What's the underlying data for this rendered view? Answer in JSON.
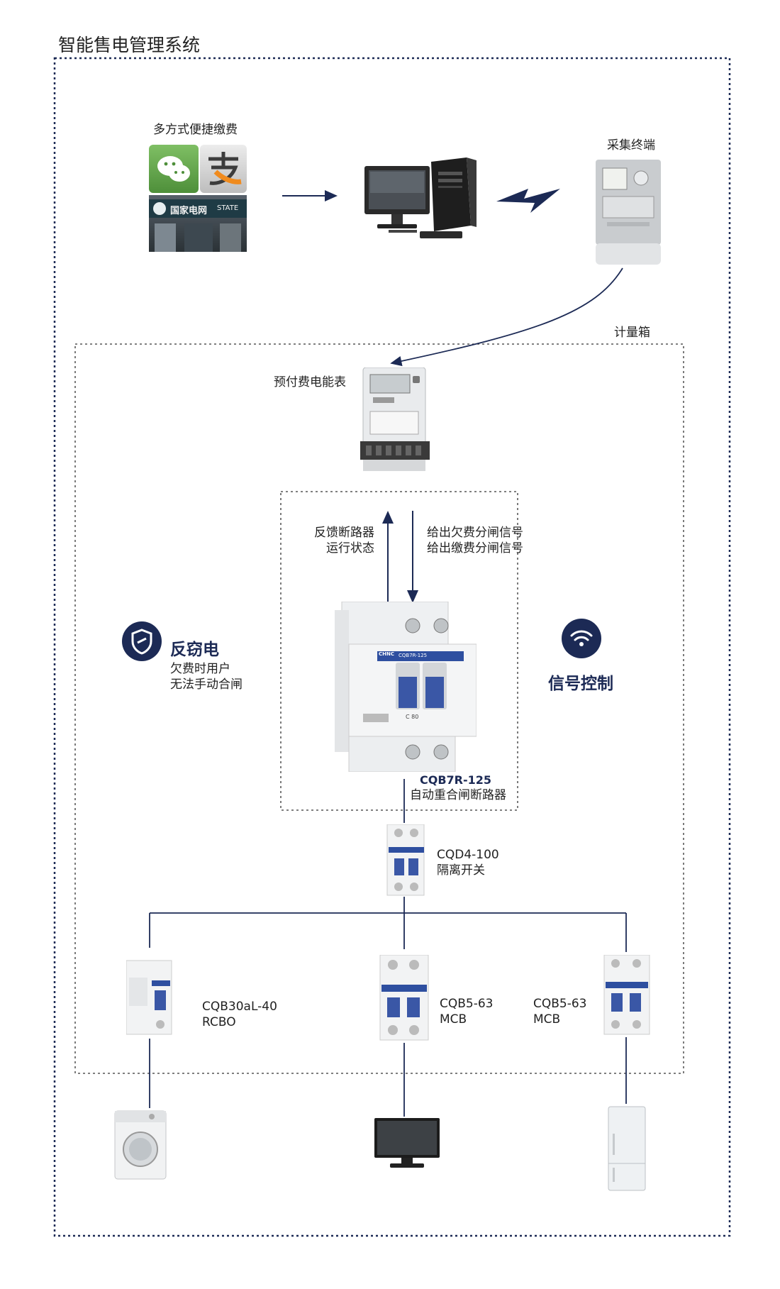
{
  "title": "智能售电管理系统",
  "payment": {
    "label": "多方式便捷缴费",
    "store_sign": "国家电网",
    "store_sign_en": "STATE"
  },
  "collector": {
    "label": "采集终端"
  },
  "meter_box": {
    "label": "计量箱"
  },
  "meter": {
    "label": "预付费电能表"
  },
  "feedback": {
    "line1": "反馈断路器",
    "line2": "运行状态"
  },
  "signal_out": {
    "line1": "给出欠费分闸信号",
    "line2": "给出缴费分闸信号"
  },
  "anti_theft": {
    "title": "反窃电",
    "line1": "欠费时用户",
    "line2": "无法手动合闸"
  },
  "signal_control": {
    "title": "信号控制"
  },
  "main_breaker": {
    "model": "CQB7R-125",
    "name": "自动重合闸断路器",
    "brand": "CHNC",
    "face_model": "CQB7R-125",
    "rating": "C 80"
  },
  "isolator": {
    "model": "CQD4-100",
    "name": "隔离开关"
  },
  "branches": [
    {
      "model": "CQB30aL-40",
      "type": "RCBO"
    },
    {
      "model": "CQB5-63",
      "type": "MCB"
    },
    {
      "model": "CQB5-63",
      "type": "MCB"
    }
  ],
  "colors": {
    "navy": "#1c2a55",
    "blue": "#3a57a6",
    "text": "#222222"
  }
}
